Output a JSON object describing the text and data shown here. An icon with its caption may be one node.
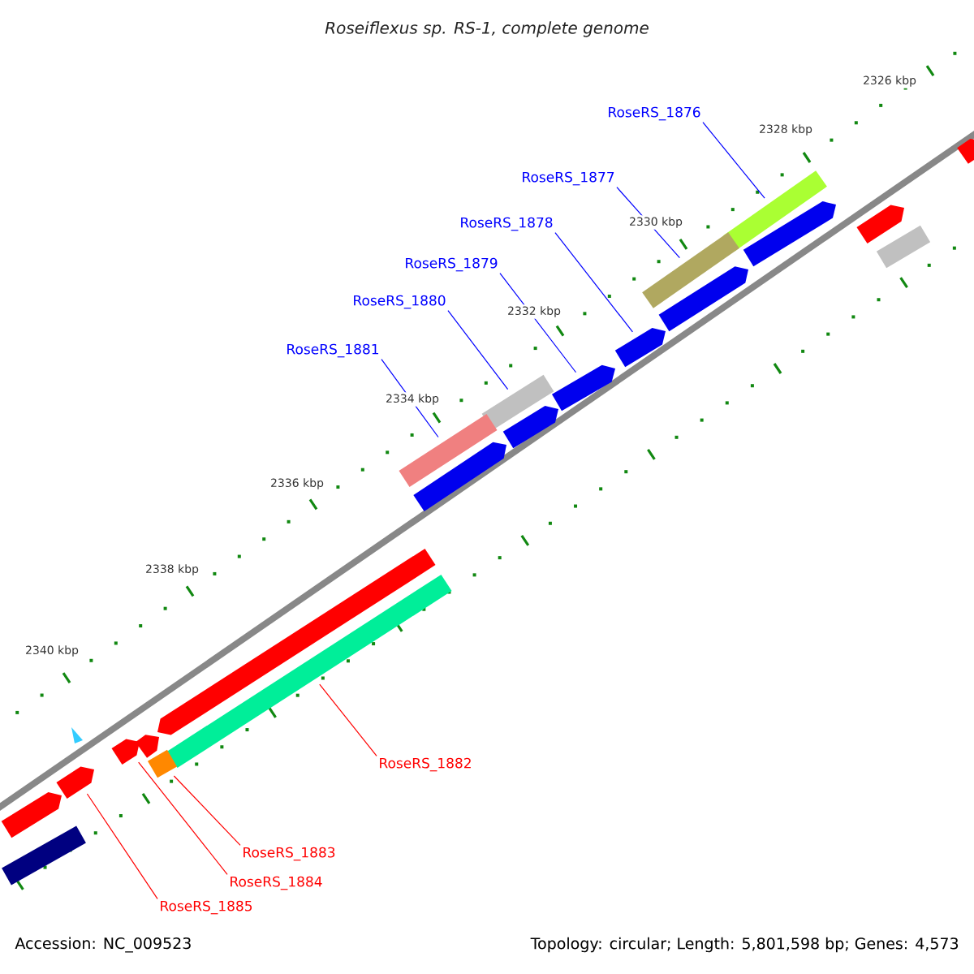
{
  "diagram": {
    "title": "Roseiflexus sp. RS-1, complete genome",
    "nodes": [
      {
        "text": [
          "RoseRS_1876"
        ]
      },
      {
        "text": [
          "RoseRS_1877"
        ]
      },
      {
        "text": [
          "RoseRS_1878"
        ]
      },
      {
        "text": [
          "RoseRS_1879"
        ]
      },
      {
        "text": [
          "RoseRS_1880"
        ]
      },
      {
        "text": [
          "RoseRS_1881"
        ]
      },
      {
        "text": [
          "RoseRS_1882"
        ]
      },
      {
        "text": [
          "RoseRS_1883"
        ]
      },
      {
        "text": [
          "RoseRS_1884"
        ]
      },
      {
        "text": [
          "RoseRS_1885"
        ]
      },
      {
        "text": [],
        "shape": "bar"
      },
      {
        "text": [],
        "shape": "bar"
      },
      {
        "text": [],
        "shape": "arrow"
      },
      {
        "text": [],
        "shape": "arrow"
      },
      {
        "text": [],
        "shape": "bar"
      },
      {
        "text": [],
        "shape": "bar"
      },
      {
        "text": [],
        "shape": "bar"
      },
      {
        "text": [],
        "shape": "bar"
      },
      {
        "text": [],
        "shape": "arrow"
      },
      {
        "text": [],
        "shape": "arrow"
      },
      {
        "text": [],
        "shape": "arrow"
      },
      {
        "text": [],
        "shape": "arrow"
      },
      {
        "text": [],
        "shape": "arrow"
      },
      {
        "text": [],
        "shape": "arrow"
      },
      {
        "text": [],
        "shape": "arrow"
      },
      {
        "text": [],
        "shape": "bar"
      },
      {
        "text": [],
        "shape": "arrow"
      },
      {
        "text": [],
        "shape": "arrow"
      },
      {
        "text": [],
        "shape": "arrow"
      },
      {
        "text": [],
        "shape": "arrow"
      },
      {
        "text": [],
        "shape": "bar"
      }
    ],
    "edges": [
      {
        "from": 0,
        "to": 10,
        "arrow": "none"
      },
      {
        "from": 1,
        "to": 11,
        "arrow": "none"
      },
      {
        "from": 2,
        "to": 12,
        "arrow": "none"
      },
      {
        "from": 3,
        "to": 13,
        "arrow": "none"
      },
      {
        "from": 4,
        "to": 14,
        "arrow": "none"
      },
      {
        "from": 5,
        "to": 15,
        "arrow": "none"
      },
      {
        "from": 6,
        "to": 16,
        "arrow": "none",
        "color": "#ff0000"
      },
      {
        "from": 7,
        "to": 17,
        "arrow": "none",
        "color": "#ff0000"
      },
      {
        "from": 8,
        "to": 18,
        "arrow": "none",
        "color": "#ff0000"
      },
      {
        "from": 9,
        "to": 19,
        "arrow": "none",
        "color": "#ff0000"
      }
    ],
    "labels": [
      "2326 kbp",
      "2328 kbp",
      "2330 kbp",
      "2332 kbp",
      "2334 kbp",
      "2336 kbp",
      "2338 kbp",
      "2340 kbp",
      "Accession: NC_009523",
      "Topology: circular; Length: 5,801,598 bp; Genes: 4,573"
    ]
  }
}
